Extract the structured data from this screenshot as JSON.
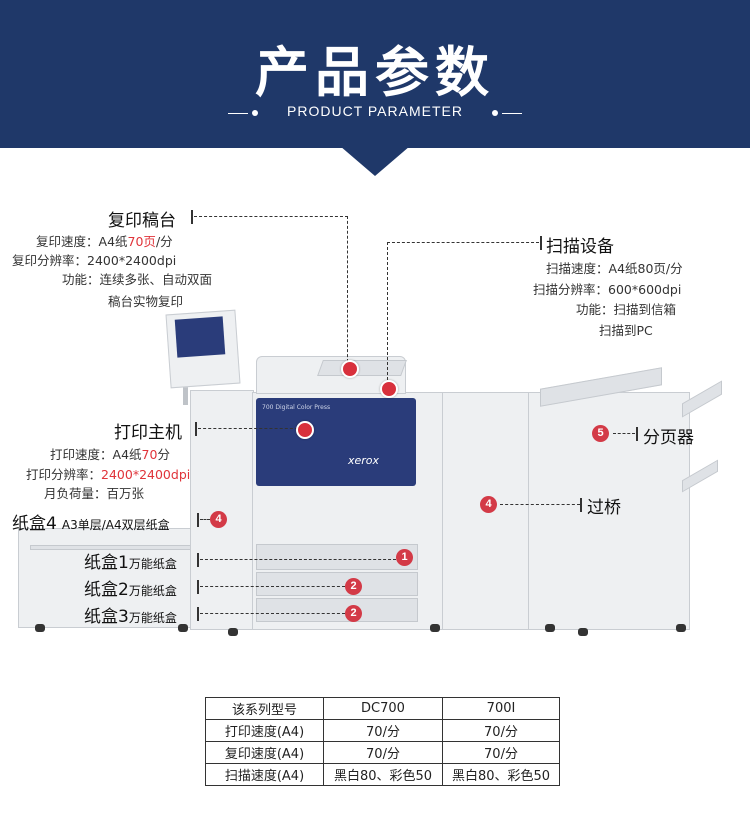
{
  "header": {
    "title": "产品参数",
    "subtitle": "PRODUCT PARAMETER"
  },
  "colors": {
    "banner": "#1f3869",
    "accent_red": "#e0343a",
    "badge": "#d33a47"
  },
  "copy_platform": {
    "title": "复印稿台",
    "speed_label": "复印速度：",
    "speed_pre": "A4纸",
    "speed_val": "70页",
    "speed_post": "/分",
    "res_label": "复印分辨率：",
    "res_val": "2400*2400dpi",
    "func_label": "功能：",
    "func_1": "连续多张、自动双面",
    "func_2": "稿台实物复印"
  },
  "scanner": {
    "title": "扫描设备",
    "speed_label": "扫描速度：",
    "speed_val": "A4纸80页/分",
    "res_label": "扫描分辨率：",
    "res_val": "600*600dpi",
    "func_label": "功能：",
    "func_1": "扫描到信箱",
    "func_2": "扫描到PC"
  },
  "print_engine": {
    "title": "打印主机",
    "speed_label": "打印速度：",
    "speed_pre": "A4纸",
    "speed_val": "70",
    "speed_post": "分",
    "res_label": "打印分辨率：",
    "res_val": "2400*2400dpi",
    "duty_label": "月负荷量：",
    "duty_val": "百万张"
  },
  "finisher": {
    "badge": "5",
    "title": "分页器"
  },
  "bridge": {
    "badge": "4",
    "title": "过桥"
  },
  "tray4": {
    "title": "纸盒4",
    "desc": "A3单层/A4双层纸盒",
    "badge": "4"
  },
  "trays": [
    {
      "title": "纸盒1",
      "desc": "万能纸盒",
      "badge": "1"
    },
    {
      "title": "纸盒2",
      "desc": "万能纸盒",
      "badge": "2"
    },
    {
      "title": "纸盒3",
      "desc": "万能纸盒",
      "badge": "2"
    }
  ],
  "machine": {
    "front_panel_text": "700 Digital Color Press",
    "brand": "xerox"
  },
  "spec_table": {
    "rows": [
      [
        "该系列型号",
        "DC700",
        "700I"
      ],
      [
        "打印速度(A4)",
        "70/分",
        "70/分"
      ],
      [
        "复印速度(A4)",
        "70/分",
        "70/分"
      ],
      [
        "扫描速度(A4)",
        "黑白80、彩色50",
        "黑白80、彩色50"
      ]
    ]
  }
}
